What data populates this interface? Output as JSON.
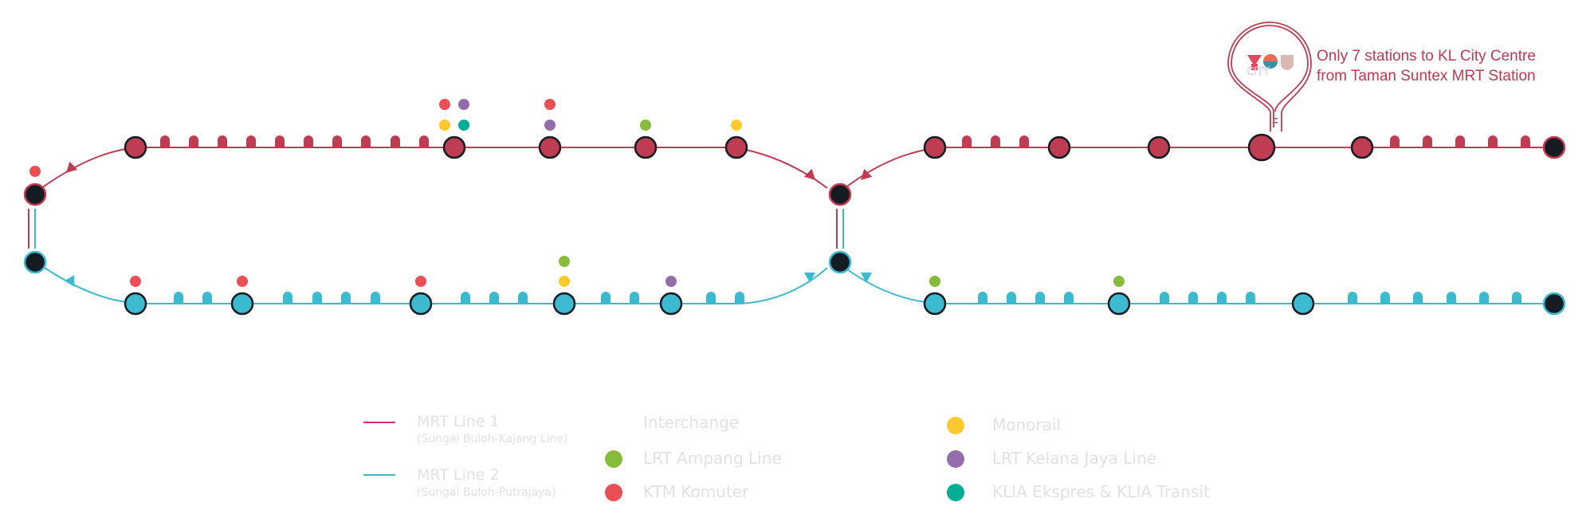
{
  "colors": {
    "mrt1": "#bf3d52",
    "mrt2": "#3bbad0",
    "terminal": "#151b22",
    "ktm": "#ea4f55",
    "lrt_ampang": "#86bc3c",
    "monorail": "#fec82f",
    "lrt_kelana_jaya": "#936eab",
    "klia": "#00ad97",
    "legend_text": "#e2e2e4",
    "callout_text": "#c0394f",
    "mrt1_legend_line": "#e0237e",
    "mrt2_legend_line": "#3bbad0"
  },
  "callout": {
    "line1": "Only 7 stations to KL City Centre",
    "line2": "from Taman Suntex MRT Station",
    "logo_icon": "you-city-logo-icon"
  },
  "lines": {
    "mrt1_top_left": {
      "sequence": [
        "major",
        "minor",
        "minor",
        "minor",
        "minor",
        "minor",
        "minor",
        "minor",
        "minor",
        "minor",
        "minor",
        "major",
        "major",
        "major",
        "major"
      ],
      "interchanges": [
        [],
        [],
        [],
        [],
        [],
        [],
        [],
        [],
        [],
        [],
        [],
        [
          "ktm",
          "lrt_kelana_jaya",
          "monorail",
          "klia"
        ],
        [
          "ktm",
          "lrt_kelana_jaya"
        ],
        [
          "lrt_ampang"
        ],
        [
          "monorail"
        ]
      ]
    },
    "mrt1_top_right": {
      "sequence": [
        "major",
        "minor",
        "minor",
        "minor",
        "major",
        "major",
        "highlight",
        "major",
        "minor",
        "minor",
        "minor",
        "minor",
        "minor",
        "terminal"
      ],
      "interchanges": [
        [],
        [],
        [],
        [],
        [],
        [],
        [],
        [],
        [],
        [],
        [],
        [],
        [],
        []
      ]
    },
    "mrt2_bottom_left": {
      "sequence": [
        "major",
        "minor",
        "minor",
        "major",
        "minor",
        "minor",
        "minor",
        "minor",
        "major",
        "minor",
        "minor",
        "minor",
        "major",
        "minor",
        "minor",
        "major",
        "minor",
        "minor"
      ],
      "interchanges": [
        [
          "ktm"
        ],
        [],
        [],
        [
          "ktm"
        ],
        [],
        [],
        [],
        [],
        [
          "ktm"
        ],
        [],
        [],
        [],
        [
          "lrt_ampang",
          "monorail"
        ],
        [],
        [],
        [
          "lrt_kelana_jaya"
        ],
        [],
        []
      ]
    },
    "mrt2_bottom_right": {
      "sequence": [
        "major",
        "minor",
        "minor",
        "minor",
        "minor",
        "major",
        "minor",
        "minor",
        "minor",
        "minor",
        "major",
        "minor",
        "minor",
        "minor",
        "minor",
        "minor",
        "minor",
        "terminal"
      ],
      "interchanges": [
        [
          "lrt_ampang"
        ],
        [],
        [],
        [],
        [],
        [
          "lrt_ampang"
        ],
        [],
        [],
        [],
        [],
        [],
        [],
        [],
        [],
        [],
        [],
        [],
        []
      ]
    },
    "left_junction_top_interchanges": [
      "ktm"
    ]
  },
  "legend": {
    "mrt1": {
      "title": "MRT Line 1",
      "sub": "(Sungai Buloh-Kajang Line)"
    },
    "mrt2": {
      "title": "MRT Line 2",
      "sub": "(Sungai Buloh-Putrajaya)"
    },
    "interchange": "Interchange",
    "items": [
      {
        "key": "lrt_ampang",
        "label": "LRT Ampang Line"
      },
      {
        "key": "ktm",
        "label": "KTM Komuter"
      },
      {
        "key": "monorail",
        "label": "Monorail"
      },
      {
        "key": "lrt_kelana_jaya",
        "label": "LRT Kelana Jaya Line"
      },
      {
        "key": "klia",
        "label": "KLIA Ekspres & KLIA Transit"
      }
    ]
  }
}
